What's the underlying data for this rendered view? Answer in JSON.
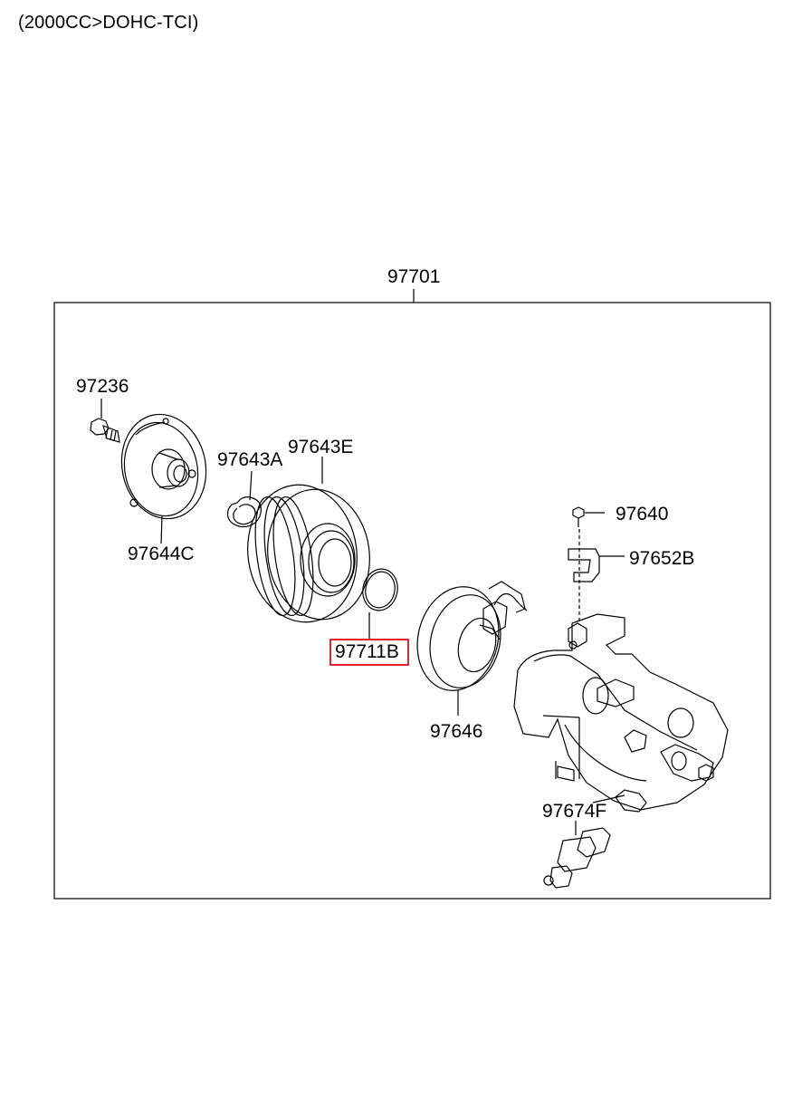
{
  "header": {
    "engine_spec": "(2000CC>DOHC-TCI)"
  },
  "assembly": {
    "part_number": "97701"
  },
  "parts": {
    "bolt": "97236",
    "hub": "97644C",
    "snap_ring": "97643A",
    "pulley": "97643E",
    "shim_ring": "97711B",
    "field_coil": "97646",
    "bracket_bolt": "97640",
    "bracket": "97652B",
    "pressure_switch": "97674F"
  },
  "highlighted_part": "97711B",
  "colors": {
    "highlight": "#e0282c",
    "line": "#000000"
  }
}
